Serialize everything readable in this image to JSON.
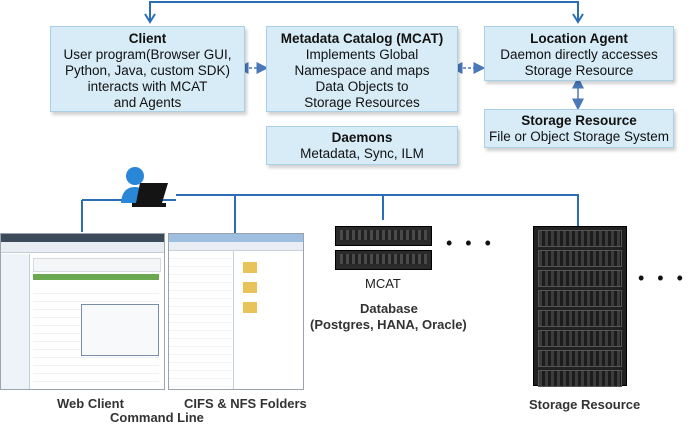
{
  "boxes": {
    "client": {
      "title": "Client",
      "lines": [
        "User program(Browser GUI,",
        "Python, Java, custom SDK)",
        "interacts with MCAT",
        "and Agents"
      ]
    },
    "mcat": {
      "title": "Metadata Catalog (MCAT)",
      "lines": [
        "Implements Global",
        "Namespace and maps",
        "Data Objects to",
        "Storage Resources"
      ]
    },
    "agent": {
      "title": "Location Agent",
      "lines": [
        "Daemon directly accesses",
        "Storage Resource"
      ]
    },
    "storage": {
      "title": "Storage Resource",
      "lines": [
        "File or Object Storage System"
      ]
    },
    "daemons": {
      "title": "Daemons",
      "lines": [
        "Metadata, Sync, ILM"
      ]
    }
  },
  "labels": {
    "mcat_server": "MCAT",
    "database_title": "Database",
    "database_sub": "(Postgres,  HANA, Oracle)",
    "web_client": "Web Client",
    "command_line": "Command Line",
    "cifs_nfs": "CIFS & NFS Folders",
    "storage_resource": "Storage Resource",
    "ellipsis": "• • •"
  },
  "icons": [
    "user-at-laptop-icon",
    "server-icon",
    "storage-rack-icon"
  ],
  "colors": {
    "box_fill": "#d7ecf7",
    "box_border": "#a9d0e7",
    "link": "#2a6fb5",
    "arrow_dashed": "#4a78b8"
  }
}
